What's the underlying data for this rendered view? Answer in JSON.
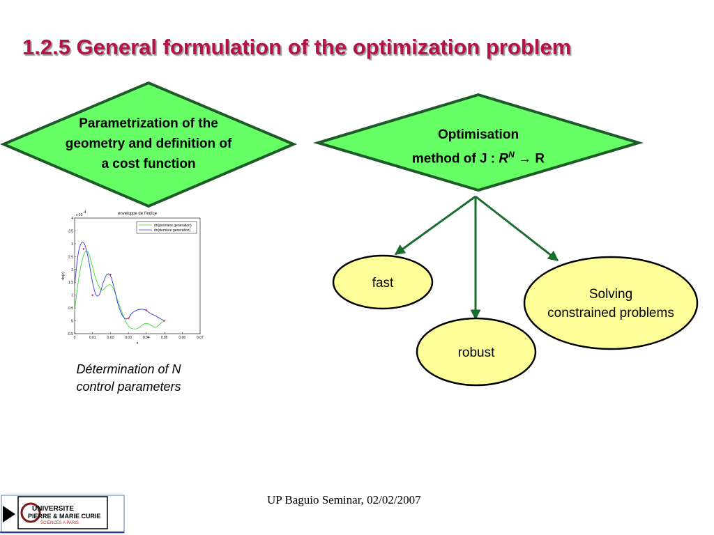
{
  "slide": {
    "title": "1.2.5  General formulation of the optimization problem",
    "footer": "UP Baguio Seminar, 02/02/2007",
    "caption_line1": "Détermination of N",
    "caption_line2": "control parameters"
  },
  "diagram": {
    "left_diamond": {
      "line1": "Parametrization of the",
      "line2": "geometry and definition of",
      "line3": "a cost function"
    },
    "right_diamond": {
      "line1": "Optimisation",
      "line2_prefix": "method of J : ",
      "line2_R": "R",
      "line2_sup": "N",
      "line2_arrow": "→",
      "line2_suffix": "R"
    },
    "nodes": {
      "fast": "fast",
      "robust": "robust",
      "solving_line1": "Solving",
      "solving_line2": "constrained problems"
    },
    "colors": {
      "diamond_fill": "#66ff66",
      "diamond_stroke": "#1f5a2a",
      "ellipse_fill": "#ffff99",
      "arrow": "#1a6b2e",
      "title": "#b3124a"
    }
  },
  "chart_data": {
    "type": "line",
    "title": "enveloppe de l'indice",
    "xlabel": "z",
    "ylabel": "dn(z)",
    "y_exponent": "x 10",
    "y_exponent_power": "-4",
    "xlim": [
      0,
      0.07
    ],
    "ylim": [
      -0.5,
      4
    ],
    "xticks": [
      "0",
      "0.01",
      "0.02",
      "0.03",
      "0.04",
      "0.05",
      "0.06",
      "0.07"
    ],
    "yticks": [
      "-0.5",
      "0",
      "0.5",
      "1",
      "1.5",
      "2",
      "2.5",
      "3",
      "3.5",
      "4"
    ],
    "legend_placement": "top-right",
    "series": [
      {
        "name": "dn(premiere generation)",
        "color": "#33dd33",
        "x": [
          0,
          0.002,
          0.004,
          0.006,
          0.008,
          0.01,
          0.012,
          0.015,
          0.018,
          0.02,
          0.022,
          0.025,
          0.028,
          0.03,
          0.032,
          0.035,
          0.038,
          0.04,
          0.042,
          0.045,
          0.048,
          0.05
        ],
        "y": [
          0.4,
          1.5,
          2.3,
          2.7,
          2.6,
          2.1,
          1.6,
          1.2,
          1.35,
          1.4,
          1.2,
          0.6,
          0.05,
          -0.2,
          -0.3,
          -0.3,
          -0.15,
          -0.1,
          -0.15,
          -0.25,
          -0.1,
          0.0
        ]
      },
      {
        "name": "dn(derniere generation)",
        "color": "#3333dd",
        "x": [
          0,
          0.002,
          0.004,
          0.006,
          0.008,
          0.01,
          0.012,
          0.014,
          0.016,
          0.018,
          0.02,
          0.022,
          0.024,
          0.026,
          0.028,
          0.03,
          0.032,
          0.035,
          0.038,
          0.04,
          0.042,
          0.045,
          0.048,
          0.05
        ],
        "y": [
          1.4,
          2.6,
          3.05,
          2.9,
          2.3,
          1.5,
          1.0,
          1.05,
          1.5,
          1.8,
          1.75,
          1.3,
          0.7,
          0.3,
          0.1,
          0.1,
          0.3,
          0.42,
          0.45,
          0.4,
          0.3,
          0.2,
          0.08,
          0.0
        ]
      }
    ],
    "markers": {
      "color": "#dd3355",
      "x": [
        0.005,
        0.01,
        0.02,
        0.03,
        0.04,
        0.05
      ],
      "y": [
        2.8,
        1.0,
        1.8,
        0.1,
        0.42,
        0.0
      ]
    }
  },
  "logo": {
    "line1": "UNIVERSITE",
    "line2": "PIERRE & MARIE CURIE",
    "line3": "SCIENCES A PARIS"
  }
}
